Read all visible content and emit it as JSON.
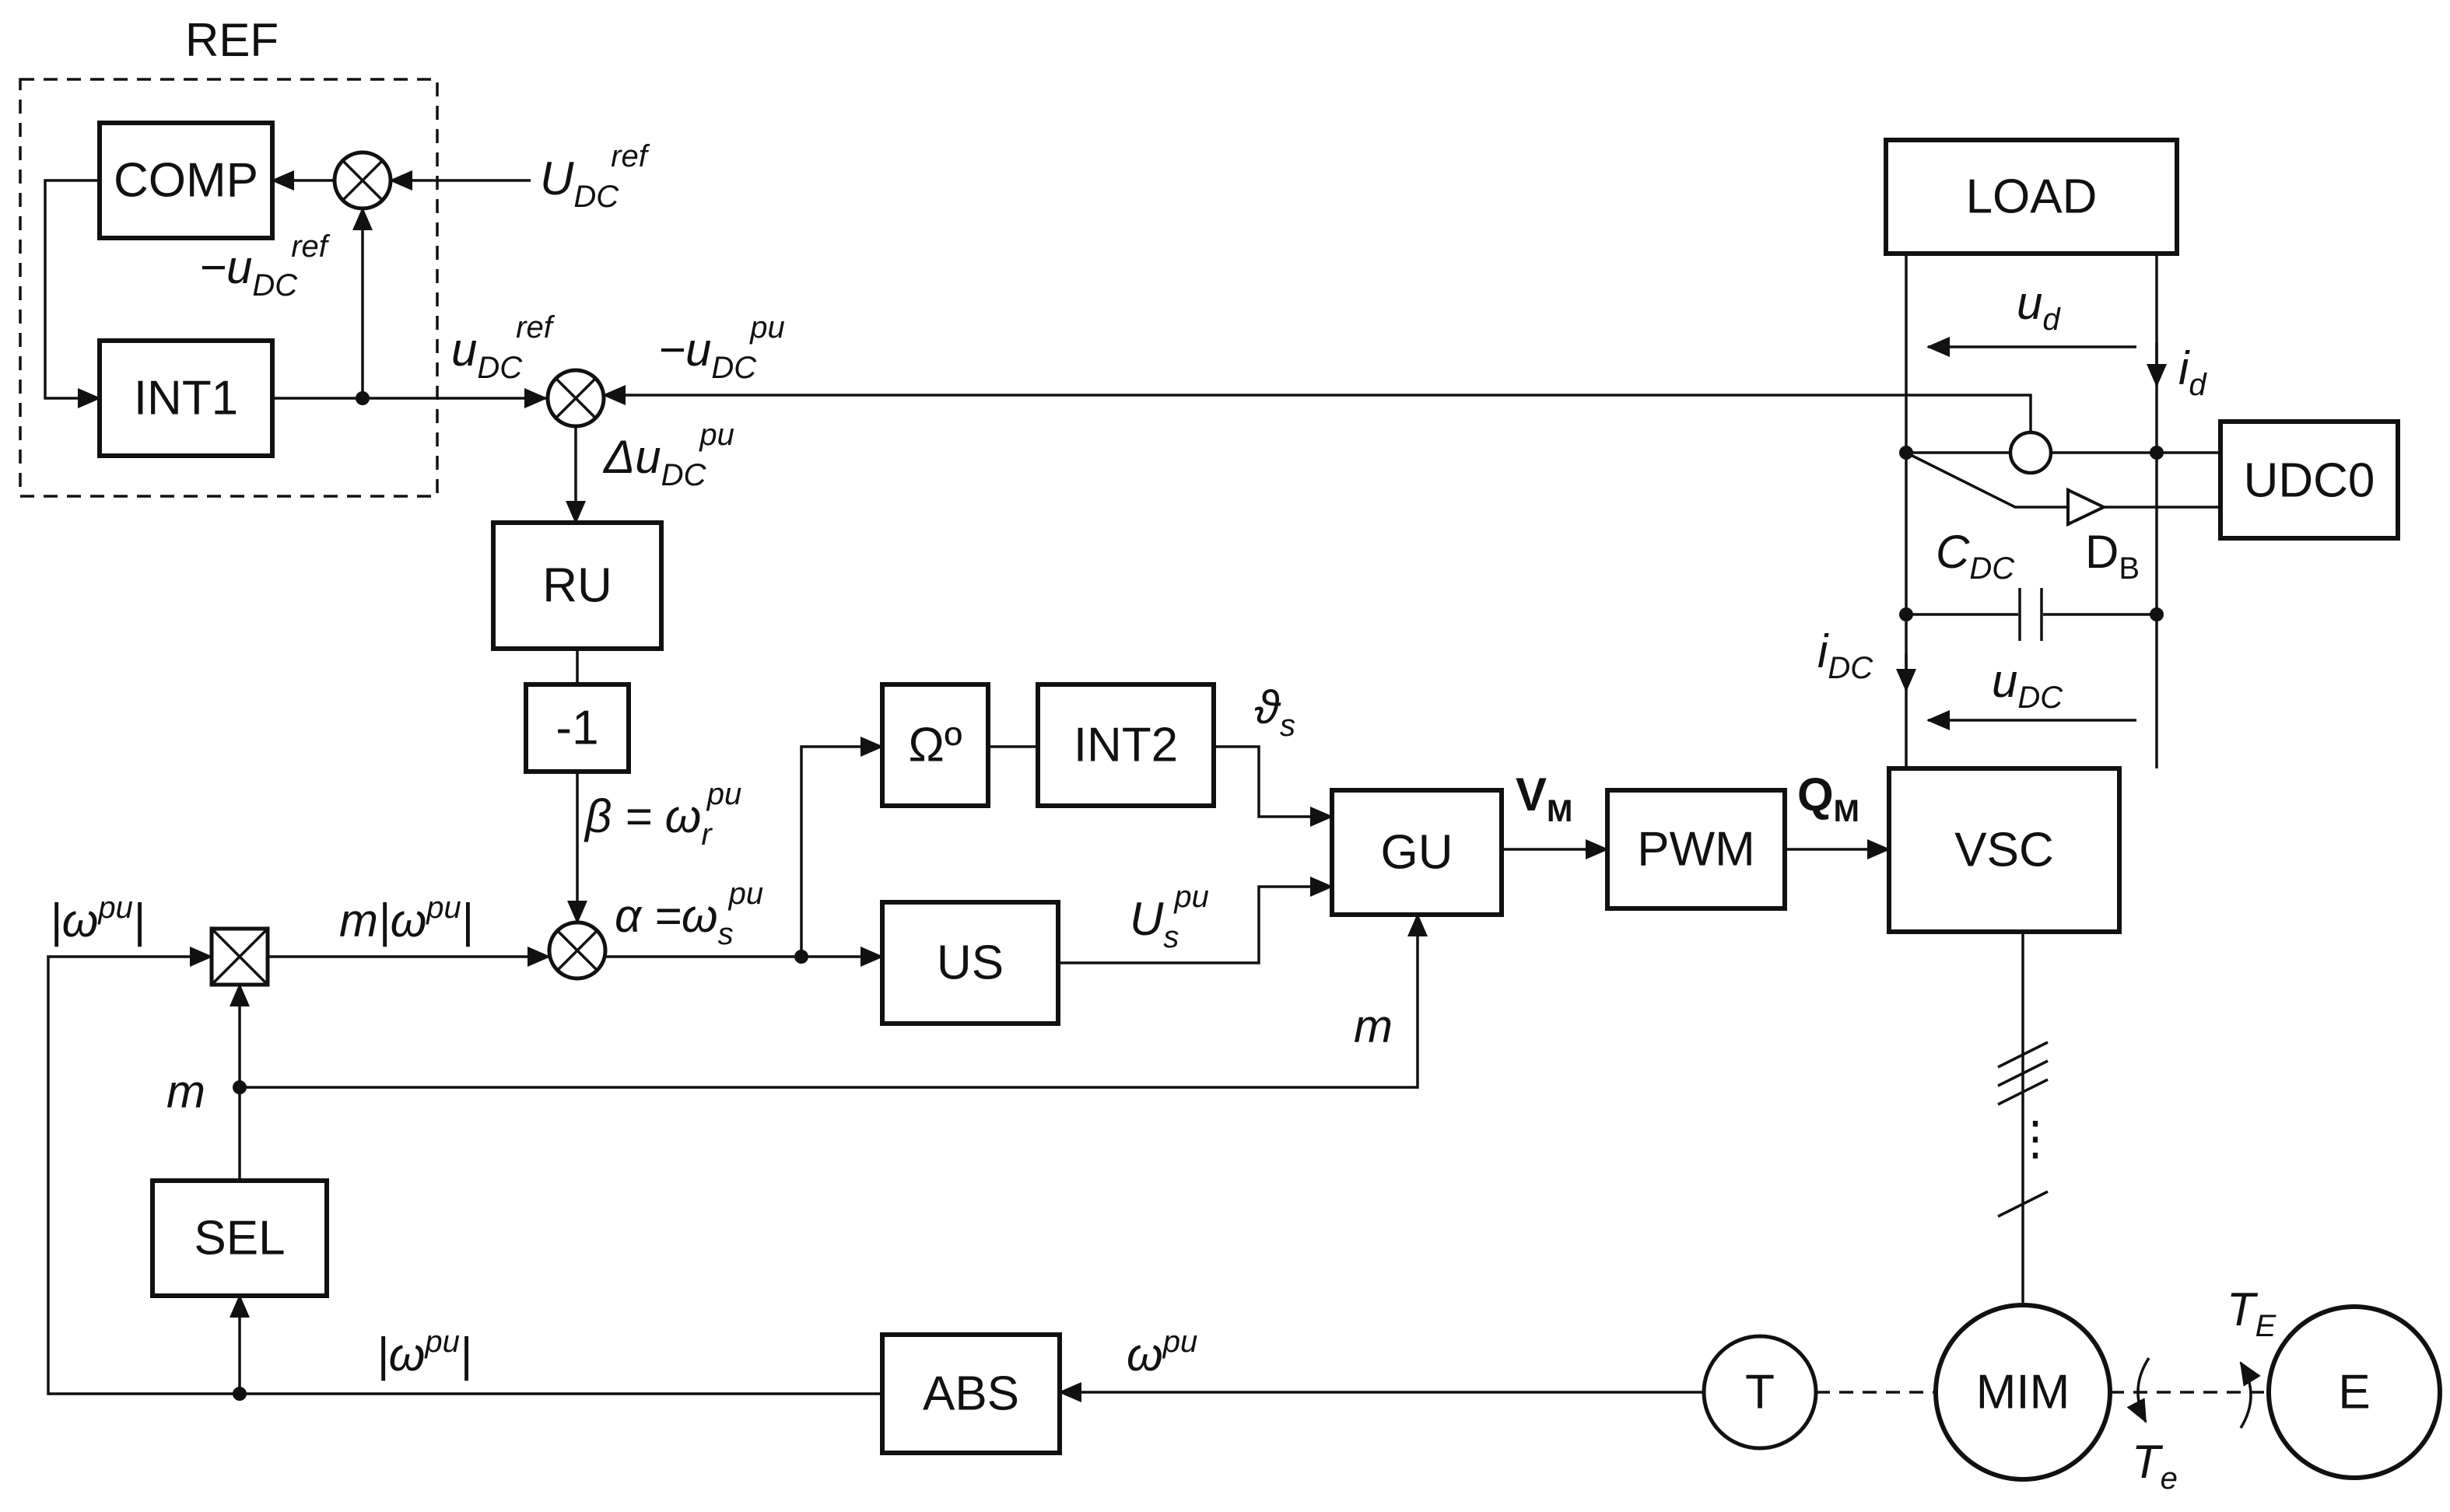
{
  "blocks": {
    "ref": "REF",
    "comp": "COMP",
    "int1": "INT1",
    "ru": "RU",
    "neg": "-1",
    "omega": "Ωº",
    "int2": "INT2",
    "us": "US",
    "gu": "GU",
    "pwm": "PWM",
    "vsc": "VSC",
    "load": "LOAD",
    "udc0": "UDC0",
    "sel": "SEL",
    "abs": "ABS",
    "t": "T",
    "mim": "MIM",
    "e": "E"
  },
  "labels": {
    "udc_ref_in": {
      "main": "U",
      "sub": "DC",
      "sup": "ref"
    },
    "neg_udc_ref": {
      "main": "−u",
      "sub": "DC",
      "sup": "ref"
    },
    "udc_ref": {
      "main": "u",
      "sub": "DC",
      "sup": "ref"
    },
    "neg_udc_pu": {
      "main": "−u",
      "sub": "DC",
      "sup": "pu"
    },
    "delta_udc_pu": {
      "main": "Δu",
      "sub": "DC",
      "sup": "pu"
    },
    "beta": {
      "main": "β = ω",
      "sub": "r",
      "sup": "pu"
    },
    "alpha": {
      "main": "α =ω",
      "sub": "s",
      "sup": "pu"
    },
    "theta_s": {
      "main": "ϑ",
      "sub": "s"
    },
    "us_pu": {
      "main": "U",
      "sub": "s",
      "sup": "pu"
    },
    "vm": {
      "main": "V",
      "sub": "M"
    },
    "qm": {
      "main": "Q",
      "sub": "M"
    },
    "abs_omega_left": {
      "pre": "|ω",
      "sup": "pu",
      "post": "|"
    },
    "m_abs_omega": {
      "pre": "m|ω",
      "sup": "pu",
      "post": "|"
    },
    "m_left": "m",
    "m_gu": "m",
    "abs_omega_bottom": {
      "pre": "|ω",
      "sup": "pu",
      "post": "|"
    },
    "omega_pu": {
      "main": "ω",
      "sup": "pu"
    },
    "ud": {
      "main": "u",
      "sub": "d"
    },
    "id": {
      "main": "i",
      "sub": "d"
    },
    "cdc": {
      "main": "C",
      "sub": "DC"
    },
    "db": {
      "main": "D",
      "sub": "B"
    },
    "idc": {
      "main": "i",
      "sub": "DC"
    },
    "udc": {
      "main": "u",
      "sub": "DC"
    },
    "te_upper": {
      "main": "T",
      "sub": "E"
    },
    "te_lower": {
      "main": "T",
      "sub": "e"
    },
    "dots": "⋮"
  }
}
